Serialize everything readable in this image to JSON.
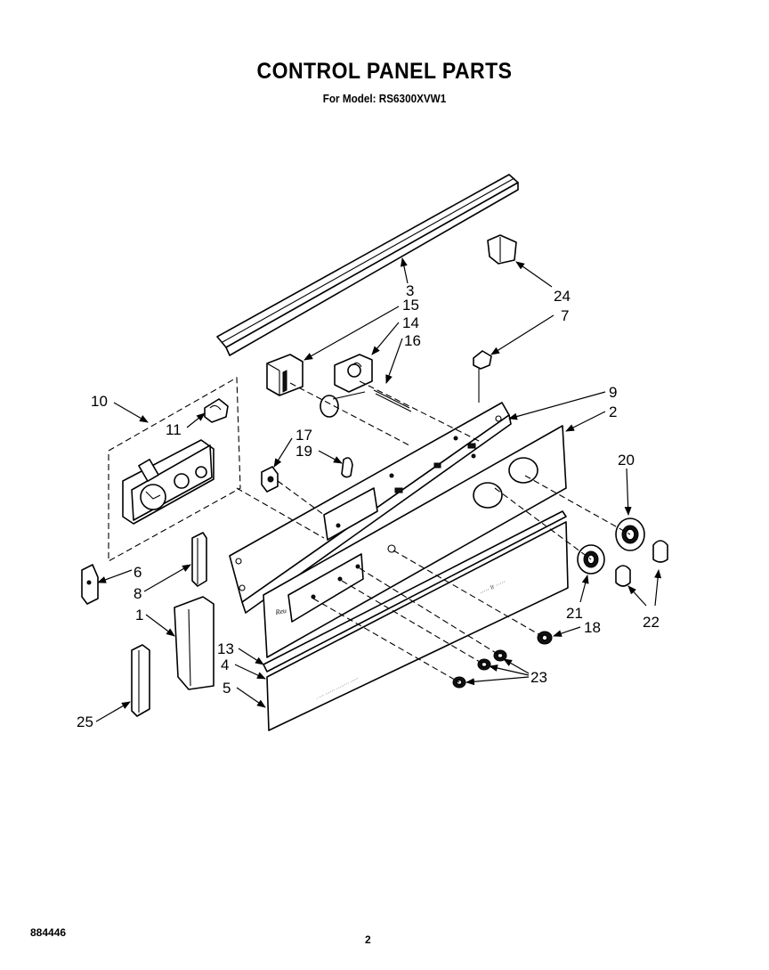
{
  "header": {
    "title": "CONTROL PANEL PARTS",
    "subtitle": "For Model: RS6300XVW1"
  },
  "callouts": [
    "1",
    "2",
    "3",
    "4",
    "5",
    "6",
    "7",
    "8",
    "9",
    "10",
    "11",
    "13",
    "14",
    "15",
    "16",
    "17",
    "18",
    "19",
    "20",
    "21",
    "22",
    "23",
    "24",
    "25"
  ],
  "footer": {
    "catalog_number": "884446",
    "page_number": "2"
  }
}
